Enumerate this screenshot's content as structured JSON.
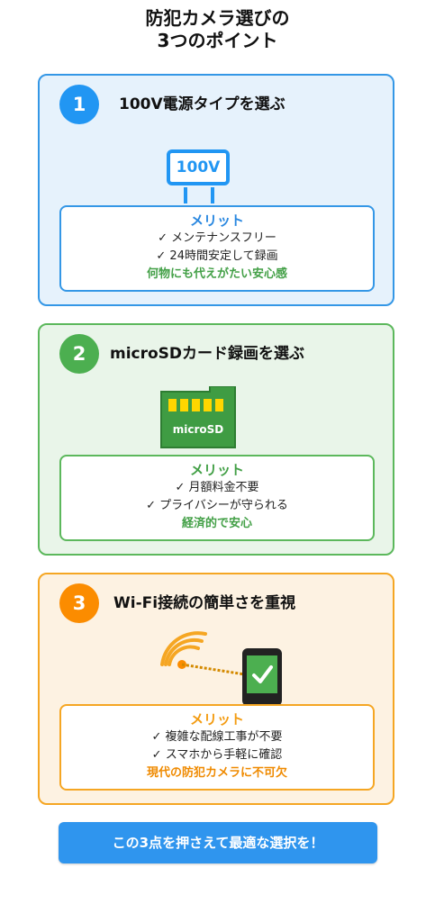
{
  "title": {
    "line1": "防犯カメラ選びの",
    "line2": "3つのポイント"
  },
  "points": [
    {
      "number": "1",
      "heading": "100V電源タイプを選ぶ",
      "illustration_label": "100V",
      "merit_title": "メリット",
      "merits": [
        "✓ メンテナンスフリー",
        "✓ 24時間安定して録画"
      ],
      "summary": "何物にも代えがたい安心感"
    },
    {
      "number": "2",
      "heading": "microSDカード録画を選ぶ",
      "illustration_label": "microSD",
      "merit_title": "メリット",
      "merits": [
        "✓ 月額料金不要",
        "✓ プライバシーが守られる"
      ],
      "summary": "経済的で安心"
    },
    {
      "number": "3",
      "heading": "Wi-Fi接続の簡単さを重視",
      "illustration_label": "",
      "merit_title": "メリット",
      "merits": [
        "✓ 複雑な配線工事が不要",
        "✓ スマホから手軽に確認"
      ],
      "summary": "現代の防犯カメラに不可欠"
    }
  ],
  "cta": "この3点を押さえて最適な選択を！",
  "colors": {
    "blue": "#2196f3",
    "green": "#4caf50",
    "orange": "#fb8c00"
  },
  "icons": [
    "plug-icon",
    "microsd-card-icon",
    "wifi-icon",
    "smartphone-check-icon"
  ]
}
